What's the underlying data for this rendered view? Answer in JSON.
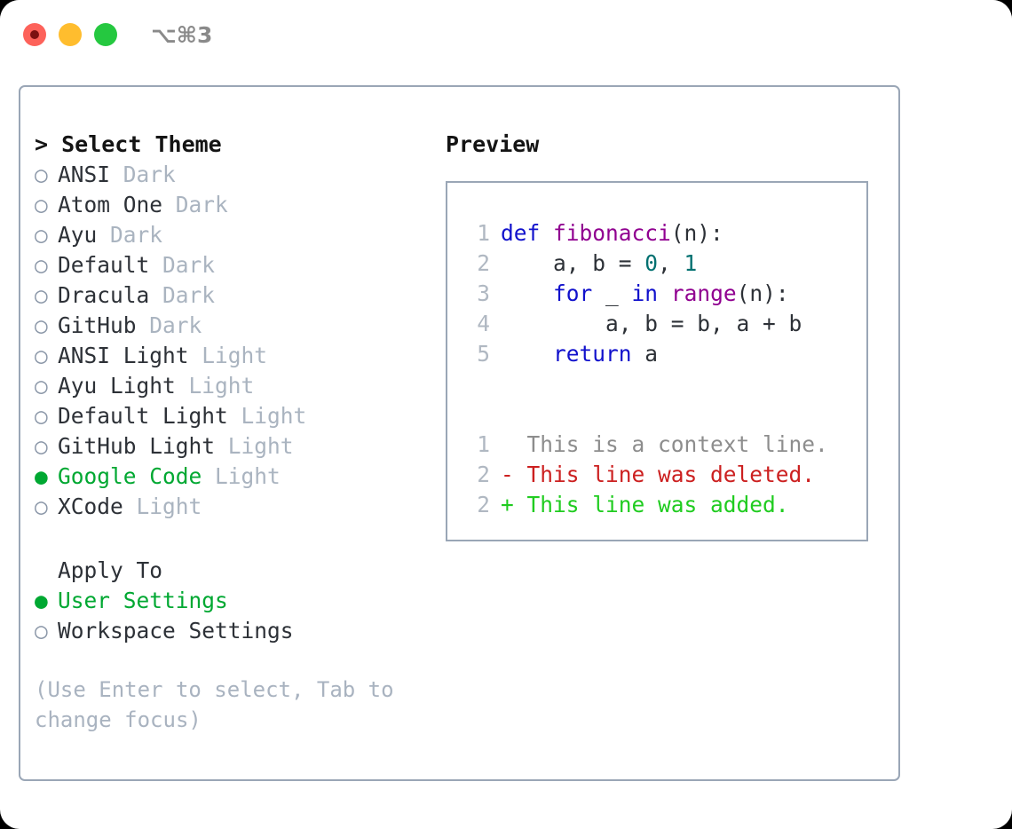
{
  "window": {
    "shortcut": "⌥⌘3",
    "traffic_lights": {
      "close": "#fd625a",
      "minimize": "#ffbd2e",
      "maximize": "#25c840"
    }
  },
  "theme_picker": {
    "heading": "> Select Theme",
    "selected_bullet": "●",
    "unselected_bullet": "○",
    "accent_color": "#00a832",
    "items": [
      {
        "name": "ANSI",
        "tag": "Dark",
        "selected": false
      },
      {
        "name": "Atom One",
        "tag": "Dark",
        "selected": false
      },
      {
        "name": "Ayu",
        "tag": "Dark",
        "selected": false
      },
      {
        "name": "Default",
        "tag": "Dark",
        "selected": false
      },
      {
        "name": "Dracula",
        "tag": "Dark",
        "selected": false
      },
      {
        "name": "GitHub",
        "tag": "Dark",
        "selected": false
      },
      {
        "name": "ANSI Light",
        "tag": "Light",
        "selected": false
      },
      {
        "name": "Ayu Light",
        "tag": "Light",
        "selected": false
      },
      {
        "name": "Default Light",
        "tag": "Light",
        "selected": false
      },
      {
        "name": "GitHub Light",
        "tag": "Light",
        "selected": false
      },
      {
        "name": "Google Code",
        "tag": "Light",
        "selected": true
      },
      {
        "name": "XCode",
        "tag": "Light",
        "selected": false
      }
    ]
  },
  "apply_to": {
    "label": "Apply To",
    "items": [
      {
        "name": "User Settings",
        "selected": true
      },
      {
        "name": "Workspace Settings",
        "selected": false
      }
    ]
  },
  "hint": "(Use Enter to select, Tab to change focus)",
  "preview": {
    "title": "Preview",
    "code_lines": [
      {
        "num": "1",
        "tokens": [
          {
            "t": "def ",
            "c": "kw"
          },
          {
            "t": "fibonacci",
            "c": "fn"
          },
          {
            "t": "(n):",
            "c": "plain"
          }
        ]
      },
      {
        "num": "2",
        "tokens": [
          {
            "t": "    a, b = ",
            "c": "plain"
          },
          {
            "t": "0",
            "c": "num"
          },
          {
            "t": ", ",
            "c": "plain"
          },
          {
            "t": "1",
            "c": "num"
          }
        ]
      },
      {
        "num": "3",
        "tokens": [
          {
            "t": "    ",
            "c": "plain"
          },
          {
            "t": "for",
            "c": "kw"
          },
          {
            "t": " _ ",
            "c": "plain"
          },
          {
            "t": "in",
            "c": "kw"
          },
          {
            "t": " ",
            "c": "plain"
          },
          {
            "t": "range",
            "c": "fn"
          },
          {
            "t": "(n):",
            "c": "plain"
          }
        ]
      },
      {
        "num": "4",
        "tokens": [
          {
            "t": "        a, b = b, a + b",
            "c": "plain"
          }
        ]
      },
      {
        "num": "5",
        "tokens": [
          {
            "t": "    ",
            "c": "plain"
          },
          {
            "t": "return",
            "c": "kw"
          },
          {
            "t": " a",
            "c": "plain"
          }
        ]
      }
    ],
    "diff_lines": [
      {
        "num": "1",
        "marker": " ",
        "text": " This is a context line.",
        "kind": "ctx"
      },
      {
        "num": "2",
        "marker": "-",
        "text": " This line was deleted.",
        "kind": "del"
      },
      {
        "num": "2",
        "marker": "+",
        "text": " This line was added.",
        "kind": "add"
      }
    ],
    "colors": {
      "keyword": "#1111cc",
      "function": "#900090",
      "number": "#007070",
      "plain": "#2d3137",
      "line_number": "#b0b8c2",
      "context": "#8d8d8d",
      "deleted": "#cc2020",
      "added": "#20cc20",
      "border": "#9aa6b6"
    }
  }
}
